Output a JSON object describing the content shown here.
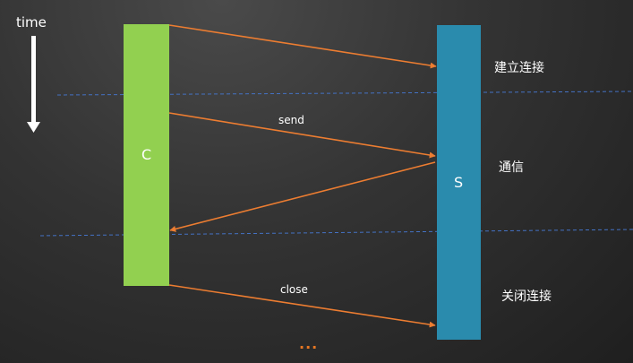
{
  "time_axis": {
    "label": "time"
  },
  "participants": {
    "client": {
      "label": "C",
      "color": "#92d050"
    },
    "server": {
      "label": "S",
      "color": "#2a8bad"
    }
  },
  "messages": {
    "send": "send",
    "close": "close"
  },
  "phases": {
    "connect": "建立连接",
    "communicate": "通信",
    "disconnect": "关闭连接"
  },
  "footer": {
    "ellipsis": "..."
  },
  "colors": {
    "arrow": "#ed7d31",
    "separator": "#4472c4",
    "text": "#ffffff"
  }
}
